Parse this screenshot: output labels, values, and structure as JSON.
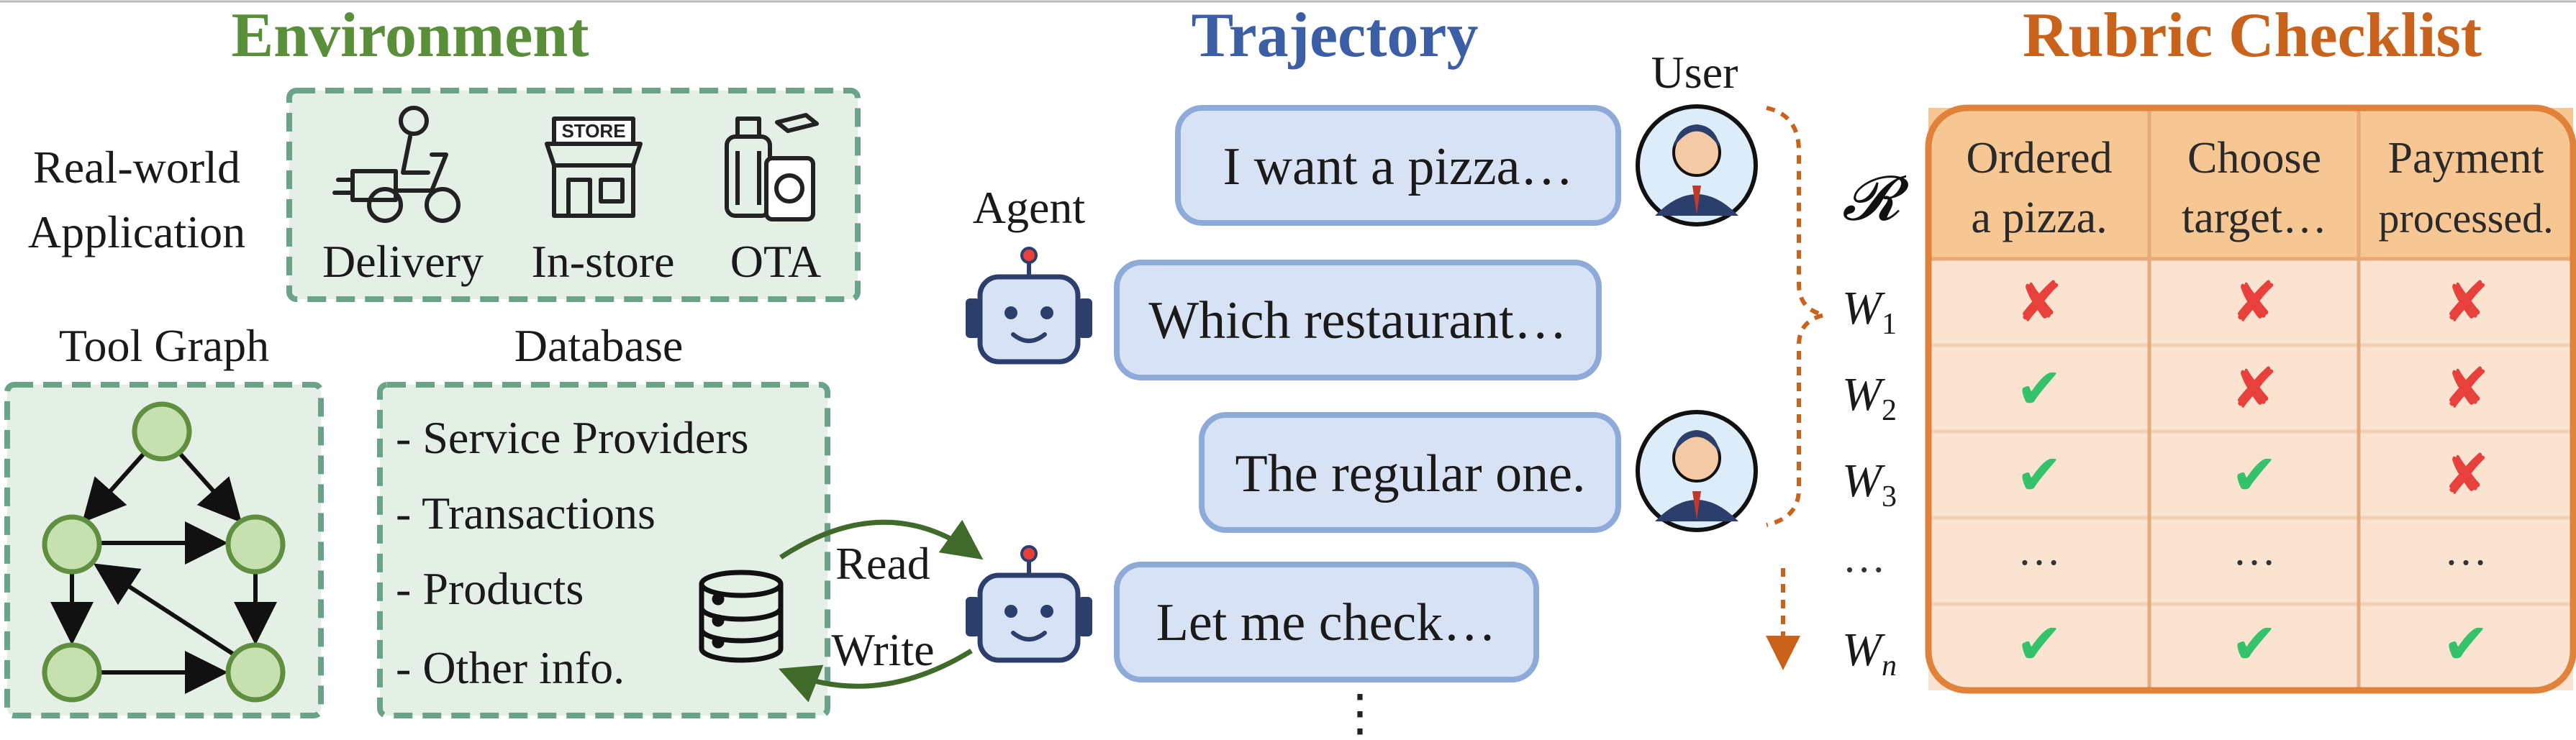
{
  "colors": {
    "env_green": "#5a8f3a",
    "traj_blue": "#3b5ea6",
    "rubric_orange": "#c9631c",
    "dashed_box": "#6aa38a",
    "box_fill": "#e4f0e6",
    "bubble_fill": "#d7e2f5",
    "bubble_stroke": "#8eaad8",
    "table_head": "#f6c693",
    "table_body": "#fbe3d1",
    "table_border": "#e0823a",
    "node_fill": "#c7e0b0",
    "node_stroke": "#5f8f3f",
    "cross": "#e8413b",
    "check": "#34c26a"
  },
  "environment": {
    "title": "Environment",
    "app_label_line1": "Real-world",
    "app_label_line2": "Application",
    "apps": [
      {
        "label": "Delivery",
        "icon": "delivery-scooter-icon"
      },
      {
        "label": "In-store",
        "icon": "store-icon",
        "sign": "STORE"
      },
      {
        "label": "OTA",
        "icon": "travel-luggage-icon"
      }
    ],
    "tool_graph_title": "Tool Graph",
    "database_title": "Database",
    "database_items": [
      "- Service Providers",
      "- Transactions",
      "- Products",
      "- Other info."
    ],
    "read_label": "Read",
    "write_label": "Write"
  },
  "trajectory": {
    "title": "Trajectory",
    "user_label": "User",
    "agent_label": "Agent",
    "messages": [
      {
        "role": "user",
        "text": "I want a pizza…"
      },
      {
        "role": "agent",
        "text": "Which restaurant…"
      },
      {
        "role": "user",
        "text": "The regular one."
      },
      {
        "role": "agent",
        "text": "Let me check…"
      }
    ],
    "continuation": "⋮"
  },
  "rubric": {
    "title": "Rubric Checklist",
    "r_symbol": "𝓡",
    "columns": [
      {
        "line1": "Ordered",
        "line2": "a pizza."
      },
      {
        "line1": "Choose",
        "line2": "target…"
      },
      {
        "line1": "Payment",
        "line2": "processed."
      }
    ],
    "rows": [
      {
        "weight": "W",
        "sub": "1",
        "marks": [
          "cross",
          "cross",
          "cross"
        ]
      },
      {
        "weight": "W",
        "sub": "2",
        "marks": [
          "check",
          "cross",
          "cross"
        ]
      },
      {
        "weight": "W",
        "sub": "3",
        "marks": [
          "check",
          "check",
          "cross"
        ]
      },
      {
        "weight": "…",
        "sub": "",
        "marks": [
          "…",
          "…",
          "…"
        ]
      },
      {
        "weight": "W",
        "sub": "n",
        "marks": [
          "check",
          "check",
          "check"
        ]
      }
    ]
  }
}
